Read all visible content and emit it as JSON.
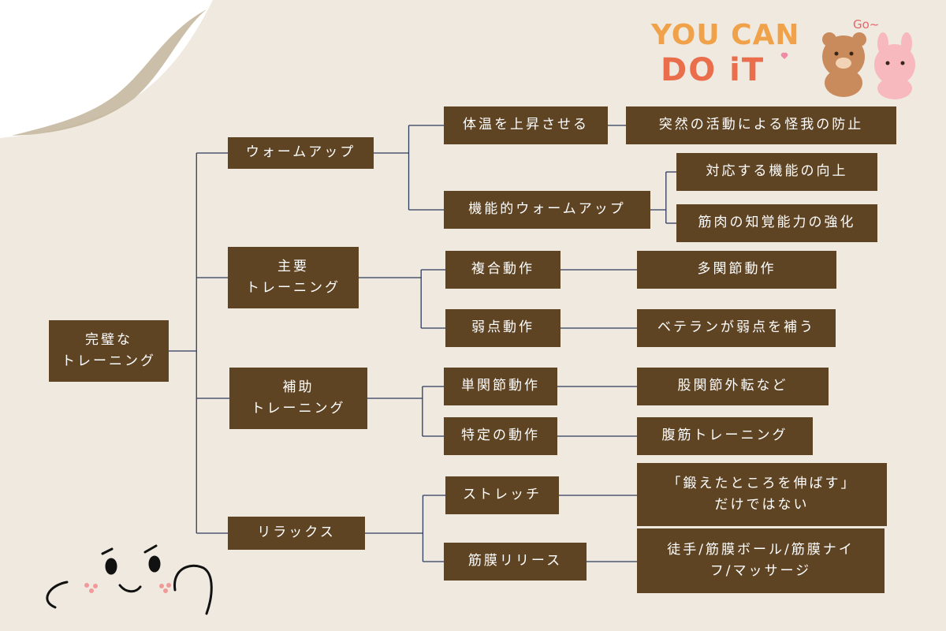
{
  "root": {
    "label": "完璧な\nトレーニング"
  },
  "categories": [
    {
      "label": "ウォームアップ",
      "children": [
        {
          "label": "体温を上昇させる",
          "leaves": [
            "突然の活動による怪我の防止"
          ]
        },
        {
          "label": "機能的ウォームアップ",
          "leaves": [
            "対応する機能の向上",
            "筋肉の知覚能力の強化"
          ]
        }
      ]
    },
    {
      "label": "主要\nトレーニング",
      "children": [
        {
          "label": "複合動作",
          "leaves": [
            "多関節動作"
          ]
        },
        {
          "label": "弱点動作",
          "leaves": [
            "ベテランが弱点を補う"
          ]
        }
      ]
    },
    {
      "label": "補助\nトレーニング",
      "children": [
        {
          "label": "単関節動作",
          "leaves": [
            "股関節外転など"
          ]
        },
        {
          "label": "特定の動作",
          "leaves": [
            "腹筋トレーニング"
          ]
        }
      ]
    },
    {
      "label": "リラックス",
      "children": [
        {
          "label": "ストレッチ",
          "leaves": [
            "「鍛えたところを伸ばす」\nだけではない"
          ]
        },
        {
          "label": "筋膜リリース",
          "leaves": [
            "徒手/筋膜ボール/筋膜ナイ\nフ/マッサージ"
          ]
        }
      ]
    }
  ],
  "sticker": {
    "line1": "YOU CAN",
    "line2": "DO iT",
    "bubble": "Go~"
  },
  "colors": {
    "node": "#5f4424",
    "line": "#2f3b5c",
    "paper": "#efe9df",
    "curl": "#c2b49a"
  }
}
